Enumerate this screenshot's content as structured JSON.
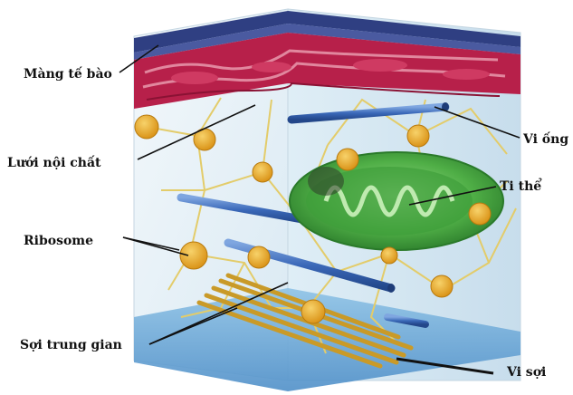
{
  "diagram": {
    "labels": {
      "membrane": "Màng tế bào",
      "er": "Lưới nội chất",
      "ribosome": "Ribosome",
      "intermediate": "Sợi trung gian",
      "microtubule": "Vi ống",
      "mitochondrion": "Ti thể",
      "microfilament": "Vi sợi"
    },
    "colors": {
      "membrane": "#2f3f82",
      "er": "#b7204a",
      "microtubule": "#3a68b8",
      "mitochondrion": "#3f9e3a",
      "ribosome": "#e4a21e",
      "filament": "#e3cc6a",
      "intermediate": "#c99a28",
      "background": "#e7f1f7"
    }
  }
}
